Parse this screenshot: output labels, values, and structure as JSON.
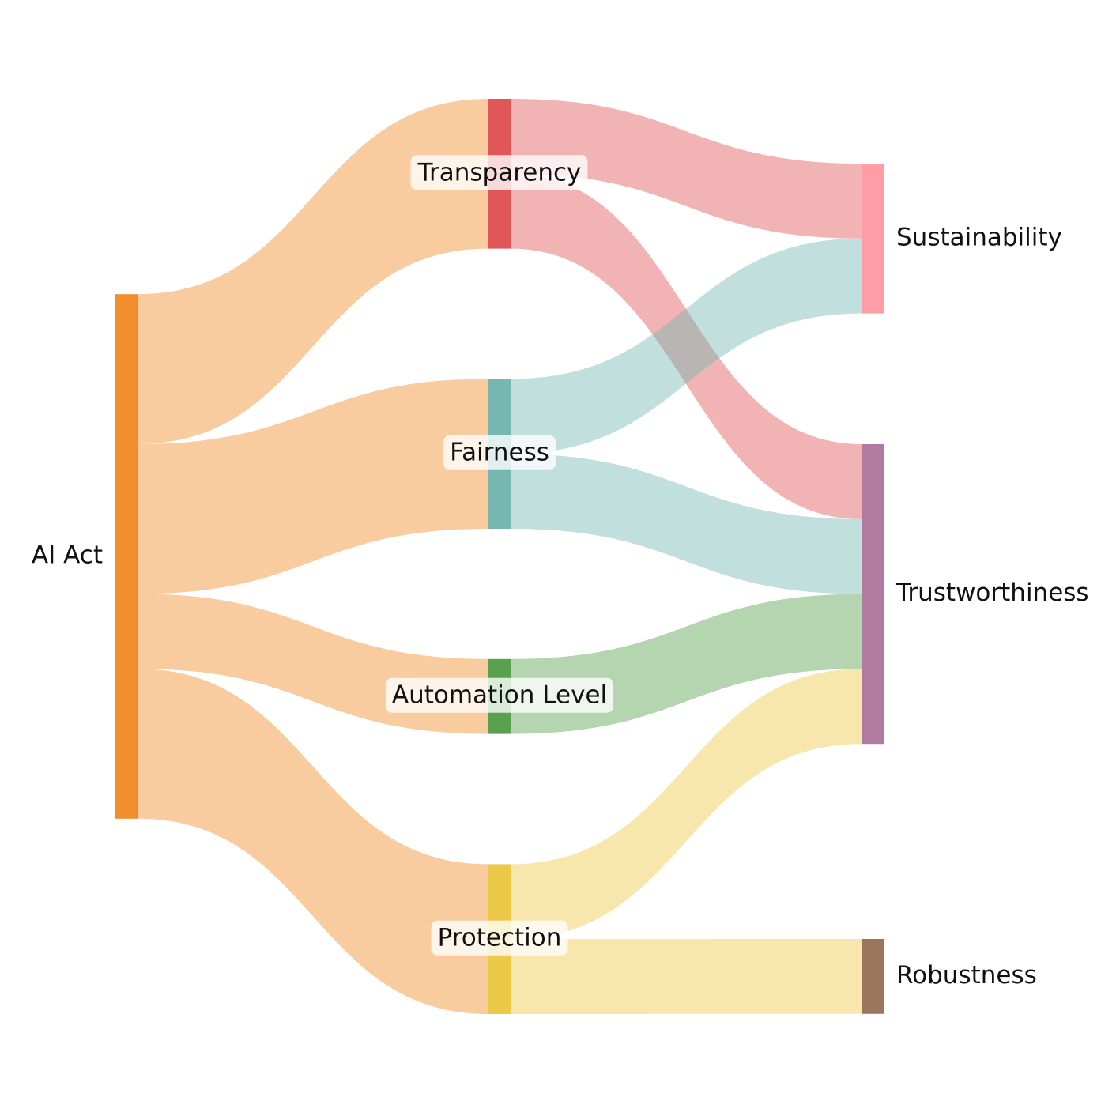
{
  "chart_data": {
    "type": "sankey",
    "nodes": [
      {
        "id": "ai_act",
        "label": "AI Act",
        "color": "#F28E2B",
        "column": 0
      },
      {
        "id": "transparency",
        "label": "Transparency",
        "color": "#E15759",
        "column": 1
      },
      {
        "id": "fairness",
        "label": "Fairness",
        "color": "#76B7B2",
        "column": 1
      },
      {
        "id": "automation",
        "label": "Automation Level",
        "color": "#59A14F",
        "column": 1
      },
      {
        "id": "protection",
        "label": "Protection",
        "color": "#EDC948",
        "column": 1
      },
      {
        "id": "sustainability",
        "label": "Sustainability",
        "color": "#FF9DA7",
        "column": 2
      },
      {
        "id": "trustworthiness",
        "label": "Trustworthiness",
        "color": "#B07AA1",
        "column": 2
      },
      {
        "id": "robustness",
        "label": "Robustness",
        "color": "#9C755F",
        "column": 2
      }
    ],
    "links": [
      {
        "source": "ai_act",
        "target": "transparency",
        "value": 2
      },
      {
        "source": "ai_act",
        "target": "fairness",
        "value": 2
      },
      {
        "source": "ai_act",
        "target": "automation",
        "value": 1
      },
      {
        "source": "ai_act",
        "target": "protection",
        "value": 2
      },
      {
        "source": "transparency",
        "target": "sustainability",
        "value": 1
      },
      {
        "source": "transparency",
        "target": "trustworthiness",
        "value": 1
      },
      {
        "source": "fairness",
        "target": "sustainability",
        "value": 1
      },
      {
        "source": "fairness",
        "target": "trustworthiness",
        "value": 1
      },
      {
        "source": "automation",
        "target": "trustworthiness",
        "value": 1
      },
      {
        "source": "protection",
        "target": "trustworthiness",
        "value": 1
      },
      {
        "source": "protection",
        "target": "robustness",
        "value": 1
      }
    ]
  }
}
